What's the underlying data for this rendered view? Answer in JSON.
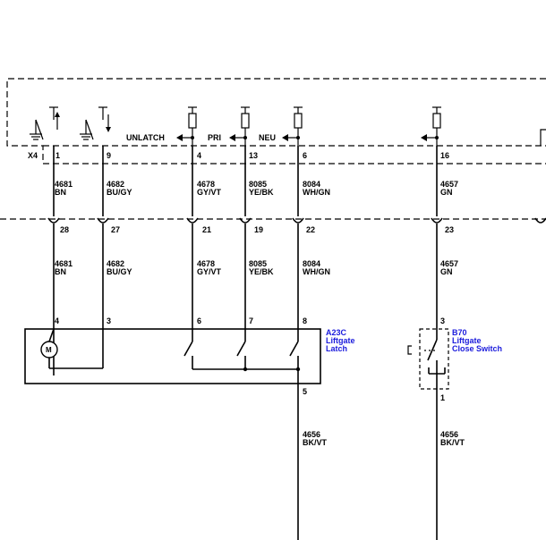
{
  "header_connector": "X4",
  "header_pins": [
    "1",
    "9",
    "4",
    "13",
    "6",
    "16"
  ],
  "switch_states": [
    "UNLATCH",
    "PRI",
    "NEU"
  ],
  "inline_pins": [
    "28",
    "27",
    "21",
    "19",
    "22",
    "23"
  ],
  "upper_wires": [
    {
      "circuit": "4681",
      "color": "BN"
    },
    {
      "circuit": "4682",
      "color": "BU/GY"
    },
    {
      "circuit": "4678",
      "color": "GY/VT"
    },
    {
      "circuit": "8085",
      "color": "YE/BK"
    },
    {
      "circuit": "8084",
      "color": "WH/GN"
    },
    {
      "circuit": "4657",
      "color": "GN"
    }
  ],
  "lower_wires": [
    {
      "circuit": "4681",
      "color": "BN"
    },
    {
      "circuit": "4682",
      "color": "BU/GY"
    },
    {
      "circuit": "4678",
      "color": "GY/VT"
    },
    {
      "circuit": "8085",
      "color": "YE/BK"
    },
    {
      "circuit": "8084",
      "color": "WH/GN"
    },
    {
      "circuit": "4657",
      "color": "GN"
    }
  ],
  "latch": {
    "ref": "A23C",
    "name_line1": "Liftgate",
    "name_line2": "Latch",
    "pins": [
      "4",
      "3",
      "6",
      "7",
      "8"
    ],
    "out_pin": "5",
    "motor": "M"
  },
  "close_switch": {
    "ref": "B70",
    "name_line1": "Liftgate",
    "name_line2": "Close Switch",
    "top_pin": "3",
    "bottom_pin": "1"
  },
  "ground_wires": [
    {
      "circuit": "4656",
      "color": "BK/VT"
    },
    {
      "circuit": "4656",
      "color": "BK/VT"
    }
  ],
  "colors": {
    "line": "#000000",
    "component_label": "#1a1adc"
  }
}
